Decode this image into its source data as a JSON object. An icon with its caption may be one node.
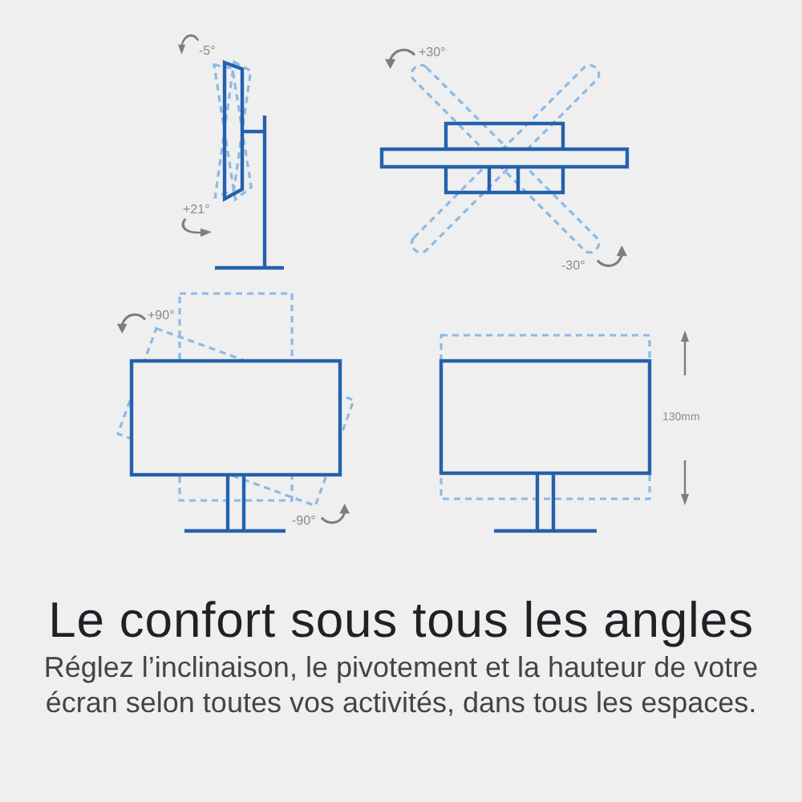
{
  "diagram": {
    "title": "Le confort sous tous les angles",
    "caption": "Réglez l’inclinaison, le pivotement et la hauteur de votre écran selon toutes vos activités, dans tous les espaces.",
    "labels": [
      "-5°",
      "+30°",
      "+21°",
      "-30°",
      "+90°",
      "130mm",
      "-90°"
    ]
  }
}
